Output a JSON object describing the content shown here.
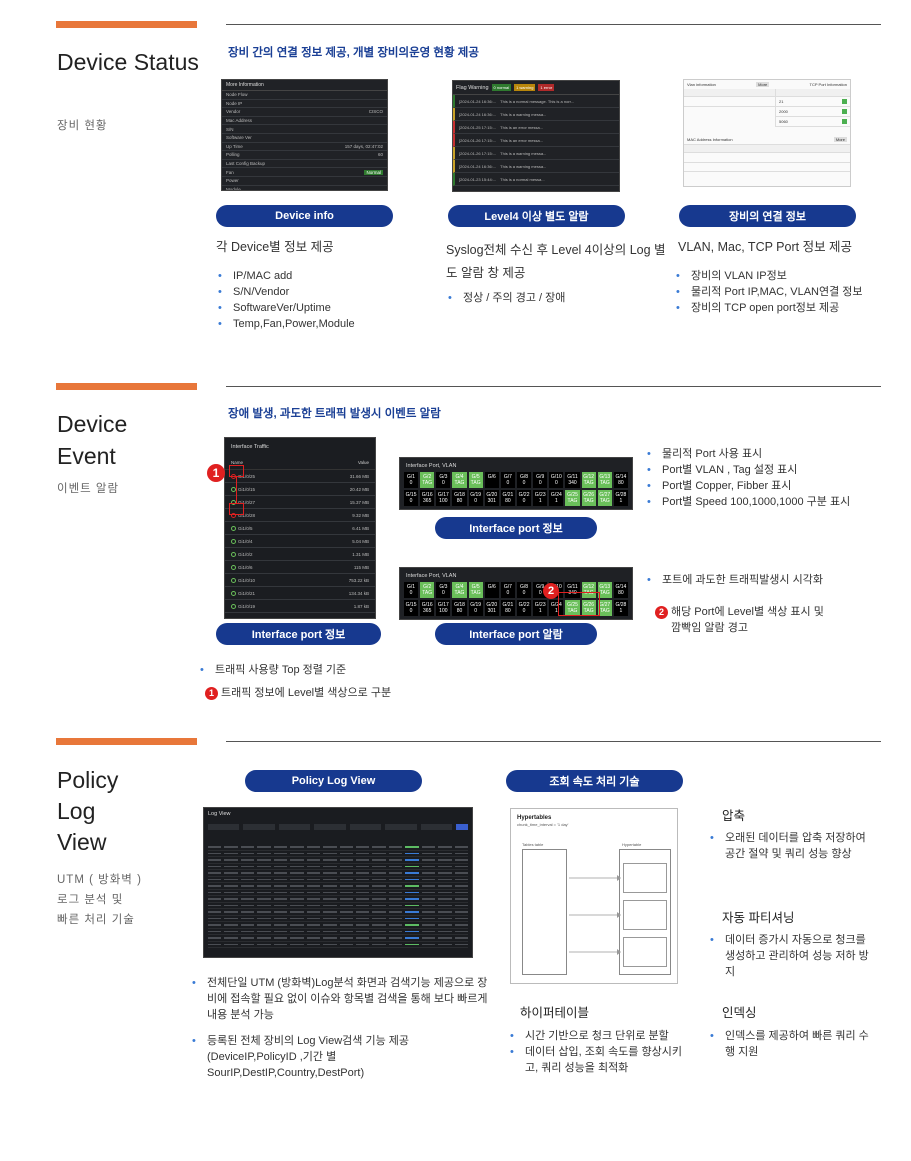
{
  "sections": {
    "status": {
      "title": "Device Status",
      "sub": "장비  현황",
      "headline": "장비 간의 연결 정보 제공, 개별 장비의운영 현황 제공",
      "cols": [
        {
          "pill": "Device info",
          "lead": "각 Device별 정보 제공",
          "bullets": [
            "IP/MAC add",
            "S/N/Vendor",
            "SoftwareVer/Uptime",
            "Temp,Fan,Power,Module"
          ]
        },
        {
          "pill": "Level4 이상  별도  알람",
          "lead": "Syslog전체 수신 후  Level 4이상의 Log 별도 알람 창 제공",
          "bullets": [
            "정상 / 주의 경고 / 장애"
          ]
        },
        {
          "pill": "장비의  연결  정보",
          "lead": "VLAN, Mac, TCP Port 정보 제공",
          "bullets": [
            "장비의  VLAN IP정보",
            "물리적  Port IP,MAC, VLAN연결  정보",
            "장비의  TCP open port정보  제공"
          ]
        }
      ],
      "more_info": {
        "title": "More Information",
        "rows": [
          [
            "Node Flow",
            ""
          ],
          [
            "Node IP",
            ""
          ],
          [
            "Vendor",
            "CISCO"
          ],
          [
            "Mac Address",
            ""
          ],
          [
            "S/N",
            ""
          ],
          [
            "Software Ver",
            ""
          ],
          [
            "Up Time",
            "157 days, 02:47:02"
          ],
          [
            "Polling",
            "60"
          ],
          [
            "Last Config Backup",
            ""
          ],
          [
            "Fan",
            "Normal"
          ],
          [
            "Power",
            ""
          ],
          [
            "Module",
            ""
          ]
        ]
      },
      "flag_warning": {
        "title": "Flag Warning",
        "tags": [
          "0 normal",
          "1 warning",
          "1 error"
        ],
        "rows": [
          [
            "[2024-01-24 16:36:...",
            "This is a normal message. This is a norr..."
          ],
          [
            "[2024-01-24 16:36:...",
            "This is a warning messa..."
          ],
          [
            "[2024-01-25 17:15:...",
            "This is an error messa..."
          ],
          [
            "[2024-01-26 17:15:...",
            "This is an error messa..."
          ],
          [
            "[2024-01-26 17:15:...",
            "This is a warning messa..."
          ],
          [
            "[2024-01-24 16:36:...",
            "This is a warning messa..."
          ],
          [
            "[2024-01-23 15:44:...",
            "This is a normal messa..."
          ]
        ]
      },
      "conn_info": {
        "vlan_title": "Vlan information",
        "more": "More",
        "tcp_title": "TCP Port Information",
        "mac_title": "MAC Address Information",
        "tcp_ports": [
          "21",
          "2000",
          "5060"
        ]
      }
    },
    "event": {
      "title_l1": "Device",
      "title_l2": "Event",
      "sub": "이벤트  알람",
      "headline": "장애 발생, 과도한 트래픽 발생시 이벤트 알람",
      "traffic": {
        "title": "Interface Traffic",
        "col_name": "Name",
        "col_value": "Value",
        "rows": [
          [
            "Gi1/0/25",
            "31.66 MB"
          ],
          [
            "Gi1/0/15",
            "20.42 MB"
          ],
          [
            "Gi1/0/27",
            "15.37 MB"
          ],
          [
            "Gi1/0/28",
            "9.32 MB"
          ],
          [
            "Gi1/0/5",
            "6.41 MB"
          ],
          [
            "Gi1/0/4",
            "5.04 MB"
          ],
          [
            "Gi1/0/2",
            "1.31 MB"
          ],
          [
            "Gi1/0/6",
            "115 MB"
          ],
          [
            "Gi1/0/10",
            "753.22 kB"
          ],
          [
            "Gi1/0/21",
            "134.34 kB"
          ],
          [
            "Gi1/0/19",
            "1.87 kB"
          ]
        ]
      },
      "port_title_a": "Interface Port, VLAN",
      "port_title_b": "Interface Port, VLAN",
      "ports_top": [
        [
          "G/1",
          "0"
        ],
        [
          "G/2",
          "TAG"
        ],
        [
          "G/3",
          "0"
        ],
        [
          "G/4",
          "TAG"
        ],
        [
          "G/5",
          "TAG"
        ],
        [
          "G/6",
          ""
        ],
        [
          "G/7",
          "0"
        ],
        [
          "G/8",
          "0"
        ],
        [
          "G/9",
          "0"
        ],
        [
          "G/10",
          "0"
        ],
        [
          "G/11",
          "340"
        ],
        [
          "G/12",
          "TAG"
        ],
        [
          "G/13",
          "TAG"
        ],
        [
          "G/14",
          "80"
        ]
      ],
      "ports_bottom": [
        [
          "G/15",
          "0"
        ],
        [
          "G/16",
          "365"
        ],
        [
          "G/17",
          "100"
        ],
        [
          "G/18",
          "80"
        ],
        [
          "G/19",
          "0"
        ],
        [
          "G/20",
          "301"
        ],
        [
          "G/21",
          "80"
        ],
        [
          "G/22",
          "0"
        ],
        [
          "G/23",
          "1"
        ],
        [
          "G/24",
          "1"
        ],
        [
          "G/25",
          "TAG"
        ],
        [
          "G/26",
          "TAG"
        ],
        [
          "G/27",
          "TAG"
        ],
        [
          "G/28",
          "1"
        ]
      ],
      "pill_traffic": "Interface port 정보",
      "pill_port_info": "Interface port 정보",
      "pill_port_alarm": "Interface port 알람",
      "bullets_right_top": [
        "물리적 Port 사용 표시",
        "Port별 VLAN , Tag 설정 표시",
        "Port별 Copper, Fibber 표시",
        "Port별 Speed 100,1000,1000 구분 표시"
      ],
      "bullet_right_mid": "포트에 과도한 트래픽발생시 시각화",
      "badge2_l1": "해당 Port에 Level별 색상 표시 및",
      "badge2_l2": "깜빡임 알람 경고",
      "bullet_left": "트래픽  사용량  Top 정렬  기준",
      "badge1_text": "트래픽  정보에  Level별  색상으로  구분",
      "badge1": "1",
      "badge2": "2"
    },
    "policy": {
      "title_l1": "Policy",
      "title_l2": "Log",
      "title_l3": "View",
      "sub_l1": "UTM ( 방화벽 )",
      "sub_l2": "로그  분석  및",
      "sub_l3": "빠른  처리  기술",
      "pill_log": "Policy Log View",
      "pill_speed": "조회  속도  처리  기술",
      "logview_title": "Log View",
      "bullets_left": [
        "전체단일 UTM (방화벽)Log분석  화면과  검색기능  제공으로  장비에 접속할  필요  없이 이슈와 항목별  검색을 통해  보다  빠르게  내용  분석  가능",
        "등록된  전체  장비의  Log View검색  기능  제공  (DeviceIP,PolicyID ,기간  별  SourIP,DestIP,Country,DestPort)"
      ],
      "hypertables_title": "Hypertables",
      "hypertables_sub": "chunk_time_interval = '1 day'",
      "regular_table": "Tables table",
      "hypertable": "Hypertable",
      "ht_heading": "하이퍼테이블",
      "ht_bullets": [
        "시간 기반으로 청크 단위로 분할",
        "데이터 삽입, 조회 속도를 향상시키고, 쿼리 성능을 최적화"
      ],
      "compress_heading": "압축",
      "compress_bullet": "오래된 데이터를 압축 저장하여 공간 절약 및 쿼리 성능 향상",
      "partition_heading": "자동 파티셔닝",
      "partition_bullet": "데이터 증가시 자동으로 청크를 생성하고 관리하여 성능 저하 방지",
      "index_heading": "인덱싱",
      "index_bullet": "인덱스를 제공하여 빠른 쿼리 수행 지원"
    }
  }
}
